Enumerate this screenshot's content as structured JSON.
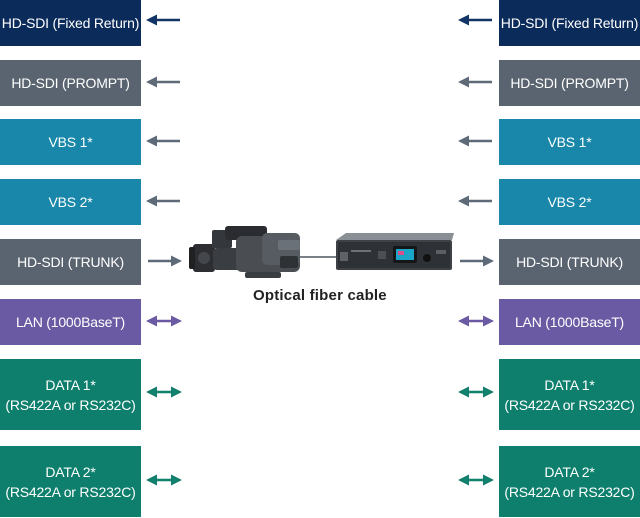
{
  "colors": {
    "navy": "#0b2b5b",
    "slate": "#5a6470",
    "teal": "#1887a9",
    "purple": "#6a5aa3",
    "green": "#0e7f6c",
    "arrow_navy": "#123566",
    "arrow_slate": "#5e6a78",
    "arrow_purple": "#6a5aa3",
    "arrow_green": "#11806d"
  },
  "signals": [
    {
      "lines": [
        "HD-SDI (Fixed Return)"
      ],
      "color": "navy",
      "arrow_left": "left",
      "arrow_right": "left",
      "arrow_color": "arrow_navy"
    },
    {
      "lines": [
        "HD-SDI (PROMPT)"
      ],
      "color": "slate",
      "arrow_left": "left",
      "arrow_right": "left",
      "arrow_color": "arrow_slate"
    },
    {
      "lines": [
        "VBS 1*"
      ],
      "color": "teal",
      "arrow_left": "left",
      "arrow_right": "left",
      "arrow_color": "arrow_slate"
    },
    {
      "lines": [
        "VBS 2*"
      ],
      "color": "teal",
      "arrow_left": "left",
      "arrow_right": "left",
      "arrow_color": "arrow_slate"
    },
    {
      "lines": [
        "HD-SDI (TRUNK)"
      ],
      "color": "slate",
      "arrow_left": "right",
      "arrow_right": "right",
      "arrow_color": "arrow_slate"
    },
    {
      "lines": [
        "LAN (1000BaseT)"
      ],
      "color": "purple",
      "arrow_left": "both",
      "arrow_right": "both",
      "arrow_color": "arrow_purple"
    },
    {
      "lines": [
        "DATA 1*",
        "(RS422A or RS232C)"
      ],
      "color": "green",
      "arrow_left": "both",
      "arrow_right": "both",
      "arrow_color": "arrow_green"
    },
    {
      "lines": [
        "DATA 2*",
        "(RS422A or RS232C)"
      ],
      "color": "green",
      "arrow_left": "both",
      "arrow_right": "both",
      "arrow_color": "arrow_green"
    }
  ],
  "caption": "Optical fiber cable",
  "devices": [
    {
      "name": "camera",
      "icon": "studio-camera-icon"
    },
    {
      "name": "base-station",
      "icon": "camera-control-unit-icon"
    }
  ]
}
